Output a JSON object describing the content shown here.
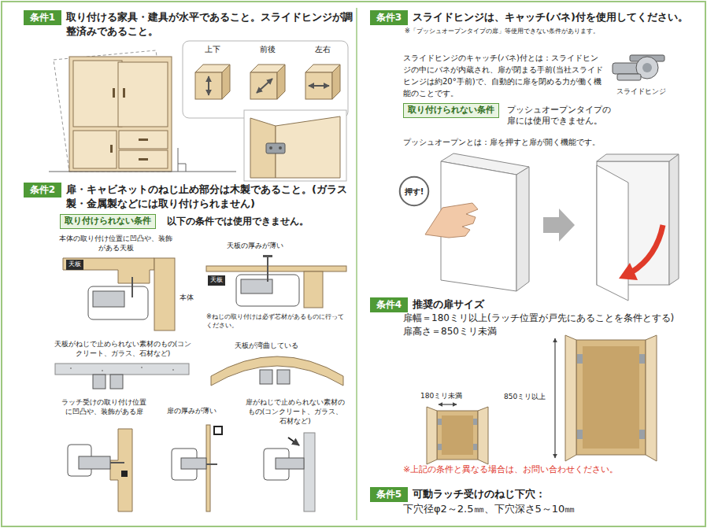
{
  "diagram": {
    "nodes": [
      {
        "text": [
          "条件1"
        ]
      },
      {
        "text": [
          "条件2"
        ]
      },
      {
        "text": [
          "取り付けられない条件"
        ]
      },
      {
        "text": [
          "天板"
        ]
      },
      {
        "text": [
          "天板"
        ]
      },
      {
        "text": [
          "条件3"
        ]
      },
      {
        "text": [
          "取り付けられない条件"
        ]
      },
      {
        "text": [
          "押す!"
        ]
      },
      {
        "text": [
          "条件4"
        ]
      },
      {
        "text": [
          "条件5"
        ]
      }
    ],
    "labels": [
      "取り付ける家具・建具が水平であること。スライドヒンジが調整済みであること。",
      "上下",
      "前後",
      "左右",
      "扉・キャビネットのねじ止め部分は木製であること。(ガラス製・金属製などには取り付けられません)",
      "以下の条件では使用できません。",
      "本体の取り付け位置に凹凸や、装飾がある天板",
      "本体",
      "天板の厚みが薄い",
      "※ねじの取り付けは必ず芯材があるものに行ってください。",
      "天板がねじで止められない素材のもの(コンクリート、ガラス、石材など)",
      "天板が湾曲している",
      "ラッチ受けの取り付け位置に凹凸や、装飾がある扉",
      "扉の厚みが薄い",
      "扉がねじで止められない素材のもの(コンクリート、ガラス、石材など)",
      "スライドヒンジは、キャッチ(バネ)付を使用してください。",
      "※「プッシュオープンタイプの扉」等使用できない条件があります。",
      "スライドヒンジのキャッチ(バネ)付とは：スライドヒンジの中にバネが内蔵され、扉が閉まる手前(当社スライドヒンジは約20°手前)で、自動的に扉を閉める力が働く機能のことです。",
      "スライドヒンジ",
      "プッシュオープンタイプの扉には使用できません。",
      "プッシュオープンとは：扉を押すと扉が開く機能です。",
      "推奨の扉サイズ",
      "扉幅＝180ミリ以上(ラッチ位置が戸先にあることを条件とする)",
      "扉高さ＝850ミリ未満",
      "180ミリ未満",
      "850ミリ以上",
      "※上記の条件と異なる場合は、お問い合わせください。",
      "可動ラッチ受けのねじ下穴：",
      "下穴径φ2～2.5㎜、下穴深さ5～10㎜"
    ]
  }
}
